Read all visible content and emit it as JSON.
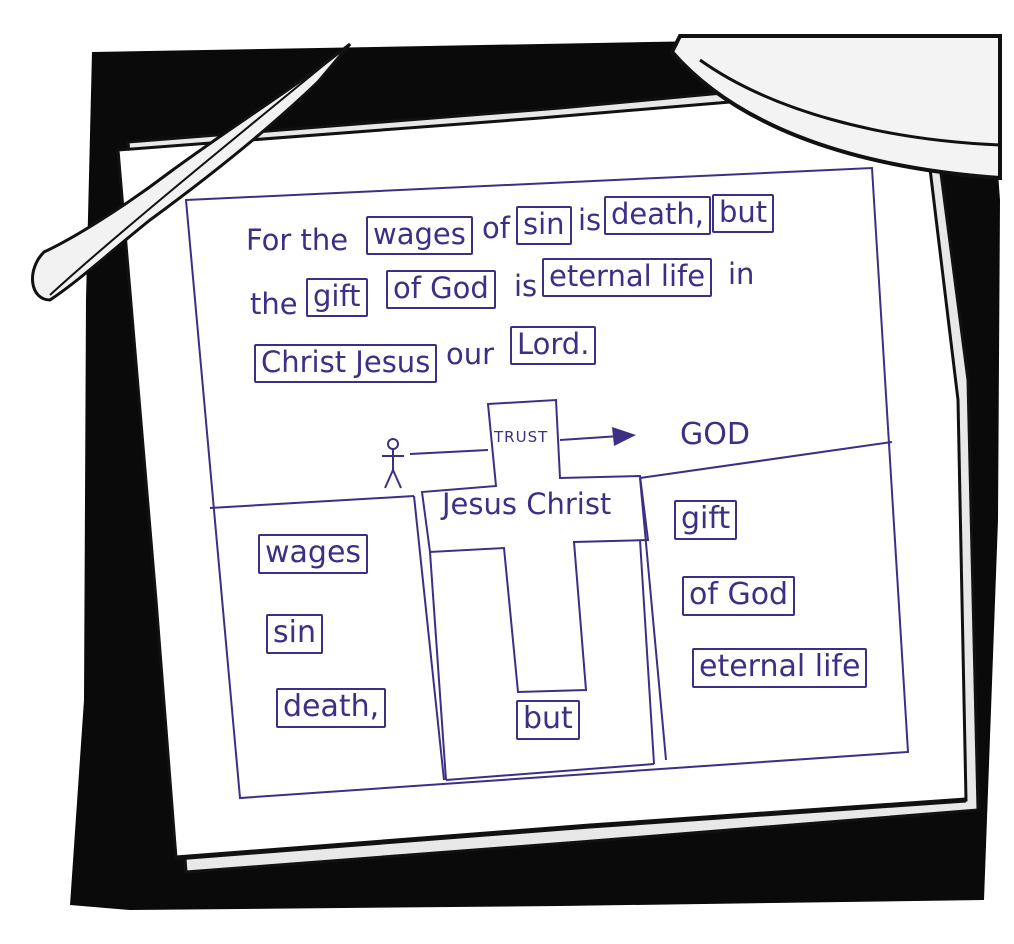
{
  "verse": {
    "line1": {
      "w1": "For the",
      "w2": "wages",
      "w3": "of",
      "w4": "sin",
      "w5": "is",
      "w6": "death,",
      "w7": "but"
    },
    "line2": {
      "w1": "the",
      "w2": "gift",
      "w3": "of God",
      "w4": "is",
      "w5": "eternal life",
      "w6": "in"
    },
    "line3": {
      "w1": "Christ Jesus",
      "w2": "our",
      "w3": "Lord."
    }
  },
  "bridge": {
    "trust_label": "TRUST",
    "god_label": "GOD",
    "cross_label": "Jesus Christ",
    "center_word": "but"
  },
  "left_column": [
    "wages",
    "sin",
    "death,"
  ],
  "right_column": [
    "gift",
    "of God",
    "eternal life"
  ],
  "colors": {
    "ink": "#3c2f86",
    "outline": "#111111",
    "paper": "#ffffff",
    "page_shadow": "#e9e9e9",
    "frame": "#0a0a0a"
  },
  "icons": {
    "person": "stick-figure-icon",
    "arrow": "arrow-right-icon",
    "pen": "quill-pen-icon"
  }
}
